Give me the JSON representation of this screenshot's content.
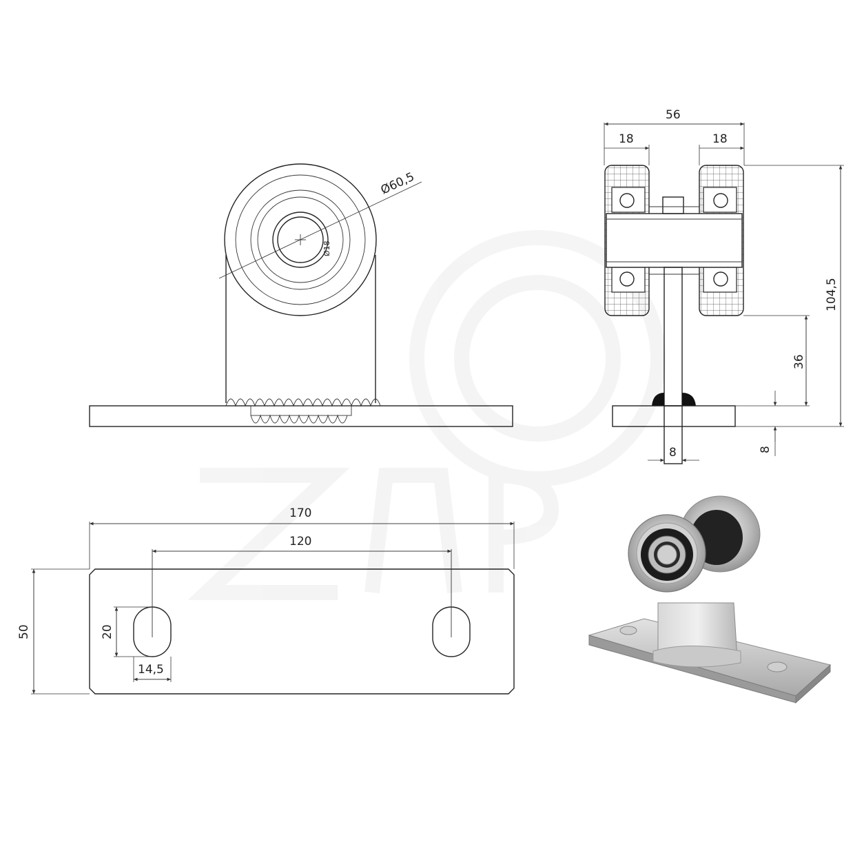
{
  "dimensions": {
    "diameter_wheel": "Ø60,5",
    "shaft_label": "Ø18",
    "total_width": "56",
    "wheel_left_width": "18",
    "wheel_right_width": "18",
    "total_height": "104,5",
    "stem_height": "36",
    "plate_thickness": "8",
    "stem_width": "8",
    "plate_length": "170",
    "hole_spacing": "120",
    "plate_width": "50",
    "slot_length": "20",
    "slot_width": "14,5"
  },
  "views": [
    "front-view",
    "side-section-view",
    "top-view",
    "product-photo"
  ]
}
